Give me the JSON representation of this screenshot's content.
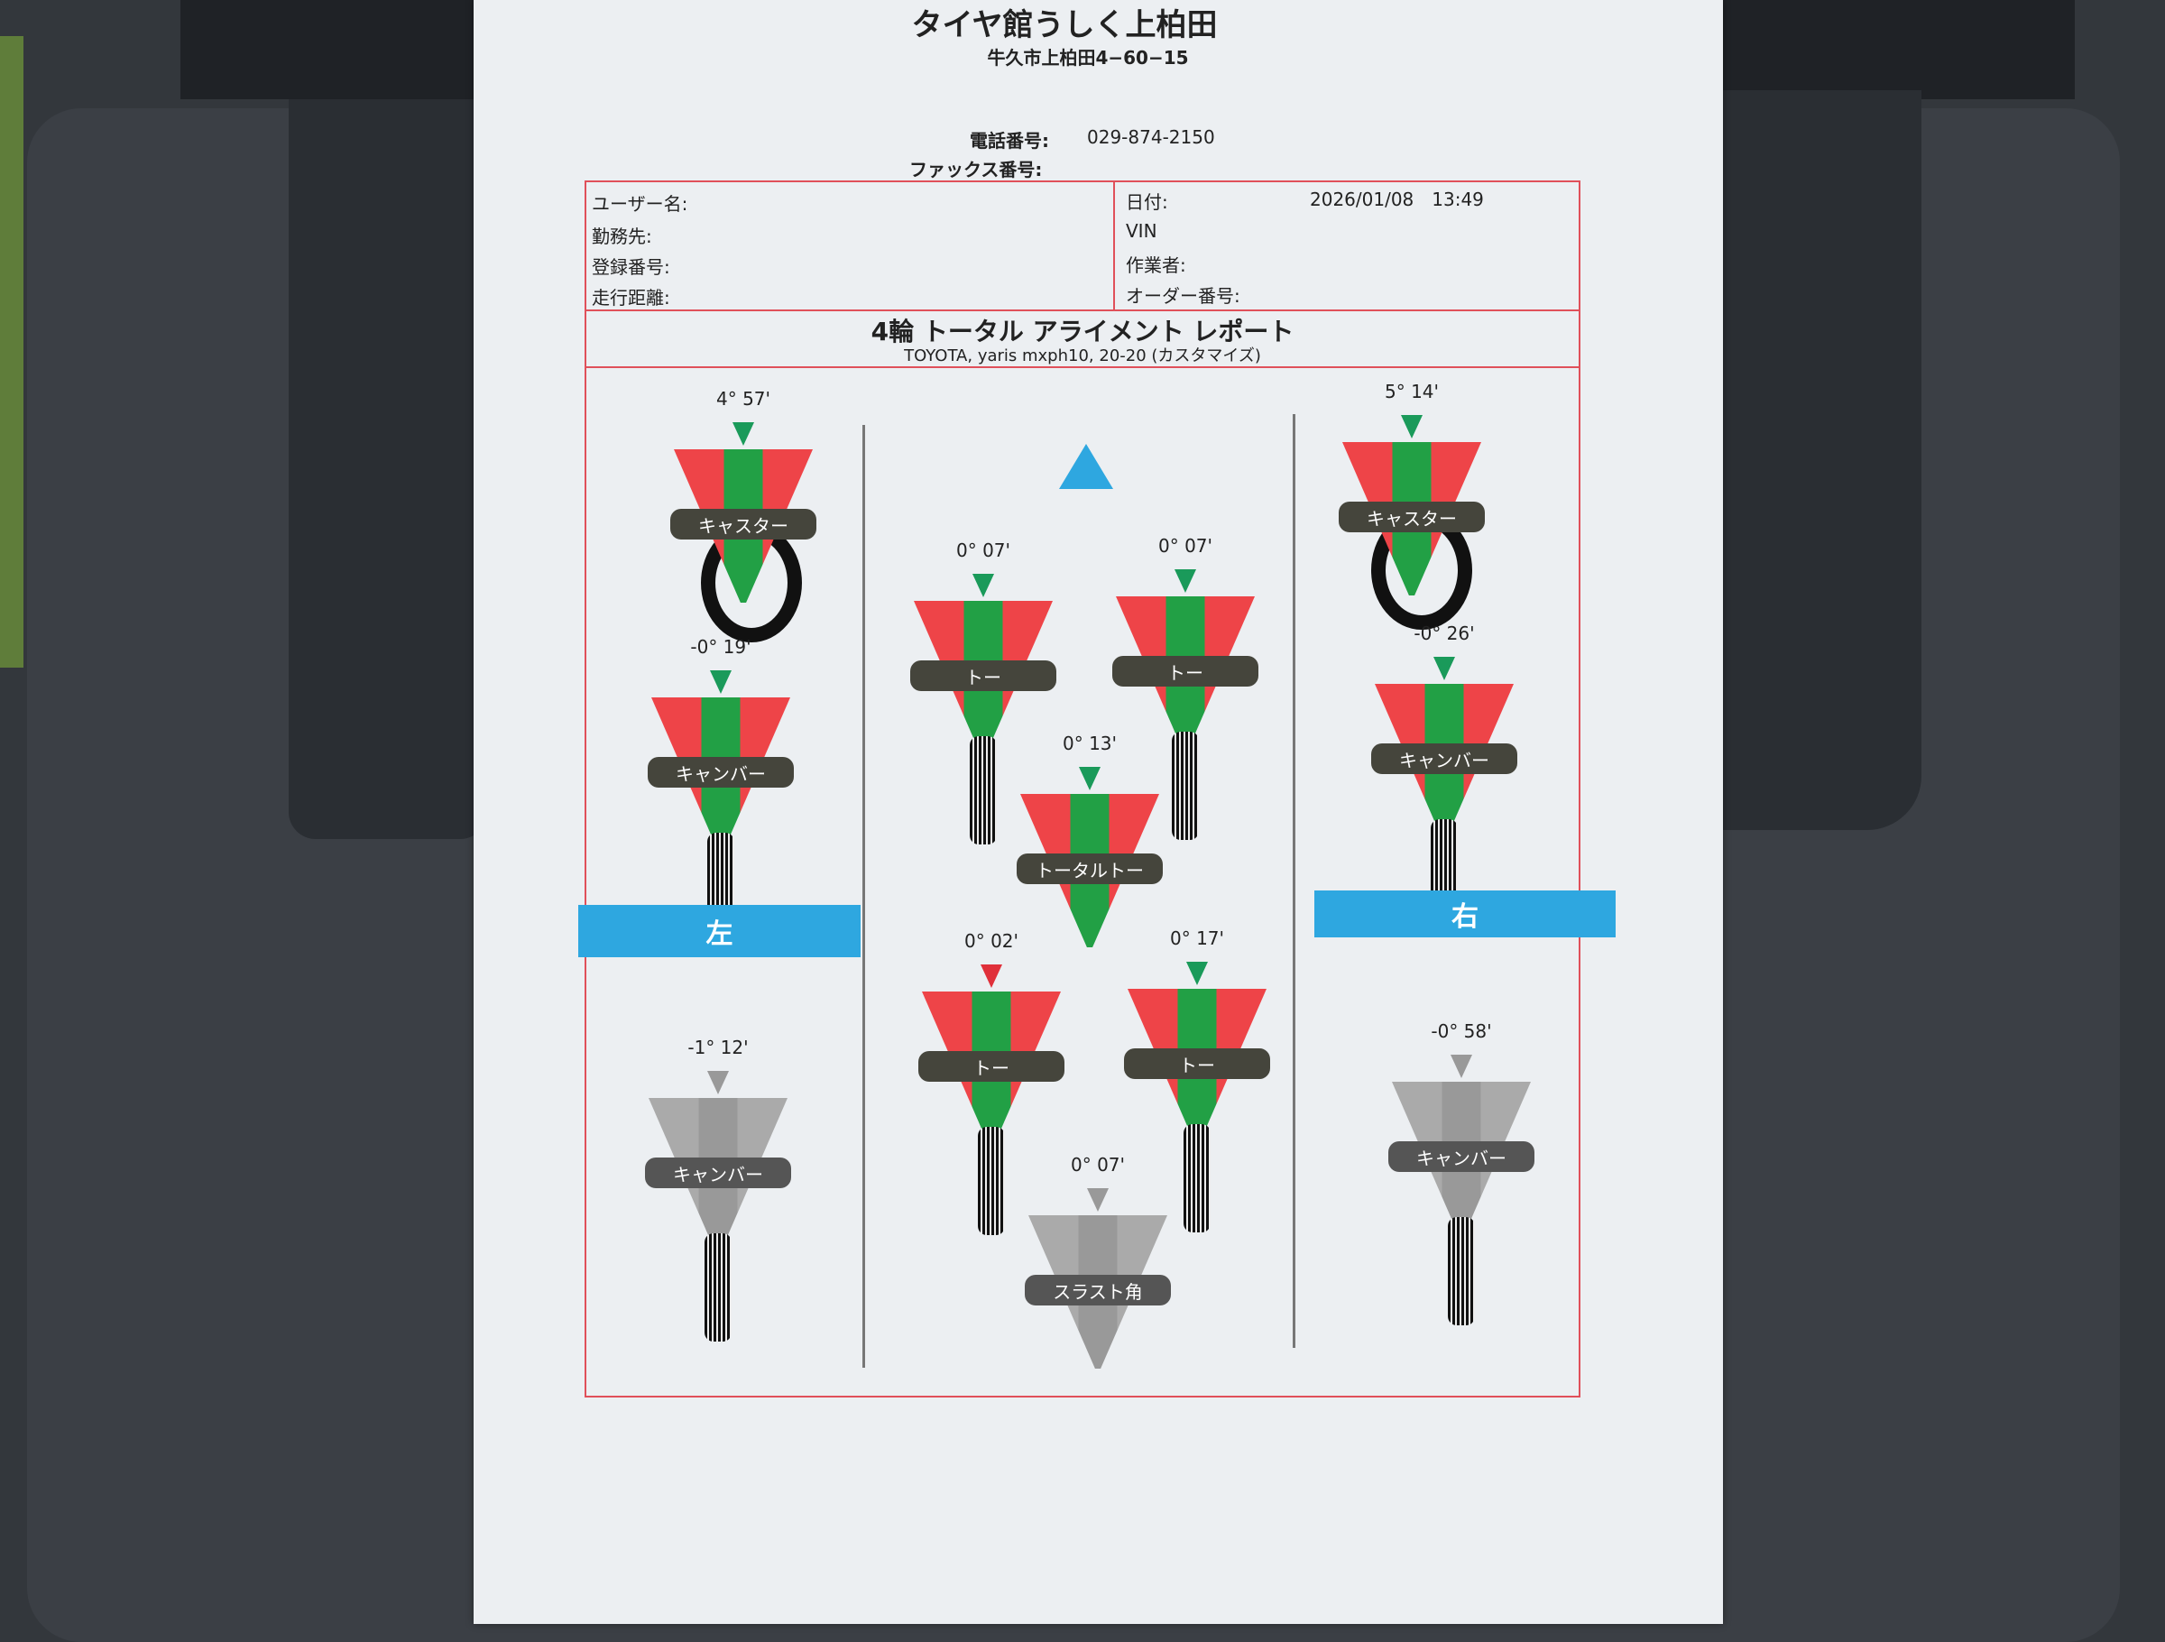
{
  "header": {
    "shop_name": "タイヤ館うしく上柏田",
    "address": "牛久市上柏田4−60−15",
    "phone_label": "電話番号:",
    "phone_value": "029-874-2150",
    "fax_label": "ファックス番号:"
  },
  "info": {
    "left": [
      "ユーザー名:",
      "勤務先:",
      "登録番号:",
      "走行距離:"
    ],
    "right": [
      "日付:",
      "VIN",
      "作業者:",
      "オーダー番号:"
    ],
    "date_value": "2026/01/08　13:49"
  },
  "report": {
    "title": "4輪 トータル アライメント レポート",
    "subtitle": "TOYOTA, yaris mxph10, 20-20 (カスタマイズ)",
    "left_label": "左",
    "right_label": "右"
  },
  "gauges": [
    {
      "id": "front-left-caster",
      "label": "キャスター",
      "value": "4° 57'",
      "state": "ok"
    },
    {
      "id": "front-left-camber",
      "label": "キャンバー",
      "value": "-0° 19'",
      "state": "ok"
    },
    {
      "id": "rear-left-camber",
      "label": "キャンバー",
      "value": "-1° 12'",
      "state": "none"
    },
    {
      "id": "front-left-toe",
      "label": "トー",
      "value": "0° 07'",
      "state": "ok"
    },
    {
      "id": "front-right-toe",
      "label": "トー",
      "value": "0° 07'",
      "state": "ok"
    },
    {
      "id": "front-total-toe",
      "label": "トータルトー",
      "value": "0° 13'",
      "state": "ok"
    },
    {
      "id": "rear-left-toe",
      "label": "トー",
      "value": "0° 02'",
      "state": "out"
    },
    {
      "id": "rear-right-toe",
      "label": "トー",
      "value": "0° 17'",
      "state": "ok"
    },
    {
      "id": "thrust-angle",
      "label": "スラスト角",
      "value": "0° 07'",
      "state": "none"
    },
    {
      "id": "front-right-caster",
      "label": "キャスター",
      "value": "5° 14'",
      "state": "ok"
    },
    {
      "id": "front-right-camber",
      "label": "キャンバー",
      "value": "-0° 26'",
      "state": "ok"
    },
    {
      "id": "rear-right-camber",
      "label": "キャンバー",
      "value": "-0° 58'",
      "state": "none"
    }
  ]
}
